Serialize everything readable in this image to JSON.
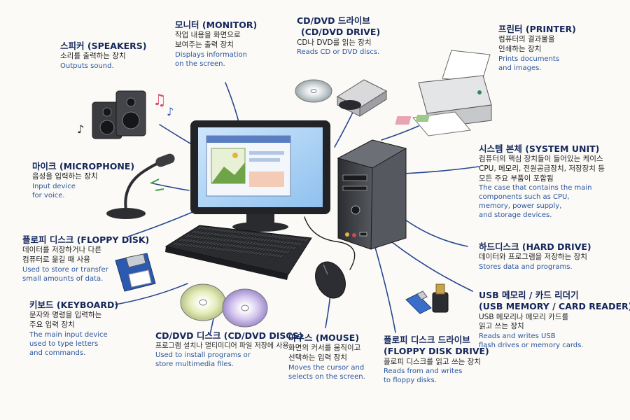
{
  "colors": {
    "title": "#13265a",
    "korean": "#1e1e1e",
    "english": "#2a55a0",
    "leader": "#27478f"
  },
  "labels": [
    {
      "id": "speakers",
      "icon": "speaker-icon",
      "title": "스피커 (SPEAKERS)",
      "korean": [
        "소리를 출력하는 장치"
      ],
      "english": [
        "Outputs sound."
      ]
    },
    {
      "id": "monitor",
      "icon": "monitor-icon",
      "title": "모니터 (MONITOR)",
      "korean": [
        "작업 내용을 화면으로",
        "보여주는 출력 장치"
      ],
      "english": [
        "Displays information",
        "on the screen."
      ]
    },
    {
      "id": "cd-drive",
      "icon": "cd-drive-icon",
      "title": [
        "CD/DVD 드라이브",
        "(CD/DVD DRIVE)"
      ],
      "korean": [
        "CD나 DVD를 읽는 장치"
      ],
      "english": [
        "Reads CD or DVD discs."
      ]
    },
    {
      "id": "printer",
      "icon": "printer-icon",
      "title": "프린터 (PRINTER)",
      "korean": [
        "컴퓨터의 결과물을",
        "인쇄하는 장치"
      ],
      "english": [
        "Prints documents",
        "and images."
      ]
    },
    {
      "id": "microphone",
      "icon": "microphone-icon",
      "title": "마이크 (MICROPHONE)",
      "korean": [
        "음성을 입력하는 장치"
      ],
      "english": [
        "Input device",
        "for voice."
      ]
    },
    {
      "id": "system-unit",
      "icon": "system-unit-icon",
      "title": "시스템 본체 (SYSTEM UNIT)",
      "korean": [
        "컴퓨터의 핵심 장치들이 들어있는 케이스",
        "CPU, 메모리, 전원공급장치, 저장장치 등",
        "모든 주요 부품이 포함됨"
      ],
      "english": [
        "The case that contains the main",
        "components such as CPU,",
        "memory, power supply,",
        "and storage devices."
      ]
    },
    {
      "id": "floppy-disk",
      "icon": "floppy-disk-icon",
      "title": "플로피 디스크 (FLOPPY DISK)",
      "korean": [
        "데이터를 저장하거나 다른",
        "컴퓨터로 옮길 때 사용"
      ],
      "english": [
        "Used to store or transfer",
        "small amounts of data."
      ]
    },
    {
      "id": "hard-drive",
      "icon": "hard-drive-icon",
      "title": "하드디스크 (HARD DRIVE)",
      "korean": [
        "데이터와 프로그램을 저장하는 장치"
      ],
      "english": [
        "Stores data and programs."
      ]
    },
    {
      "id": "keyboard",
      "icon": "keyboard-icon",
      "title": "키보드 (KEYBOARD)",
      "korean": [
        "문자와 명령을 입력하는",
        "주요 입력 장치"
      ],
      "english": [
        "The main input device",
        "used to type letters",
        "and commands."
      ]
    },
    {
      "id": "usb",
      "icon": "usb-icon",
      "title": [
        "USB 메모리 / 카드 리더기",
        "(USB MEMORY / CARD READER)"
      ],
      "korean": [
        "USB 메모리나 메모리 카드를",
        "읽고 쓰는 장치"
      ],
      "english": [
        "Reads and writes USB",
        "flash drives or memory cards."
      ]
    },
    {
      "id": "cd-discs",
      "icon": "cd-discs-icon",
      "title": "CD/DVD 디스크 (CD/DVD DISCS)",
      "korean": [
        "프로그램 설치나 멀티미디어 파일 저장에 사용"
      ],
      "english": [
        "Used to install programs or",
        "store multimedia files."
      ]
    },
    {
      "id": "mouse",
      "icon": "mouse-icon",
      "title": "마우스 (MOUSE)",
      "korean": [
        "화면의 커서를 움직이고",
        "선택하는 입력 장치"
      ],
      "english": [
        "Moves the cursor and",
        "selects on the screen."
      ]
    },
    {
      "id": "floppy-drive",
      "icon": "floppy-drive-icon",
      "title": [
        "플로피 디스크 드라이브",
        "(FLOPPY DISK DRIVE)"
      ],
      "korean": [
        "플로피 디스크를 읽고 쓰는 장치"
      ],
      "english": [
        "Reads from and writes",
        "to floppy disks."
      ]
    }
  ]
}
